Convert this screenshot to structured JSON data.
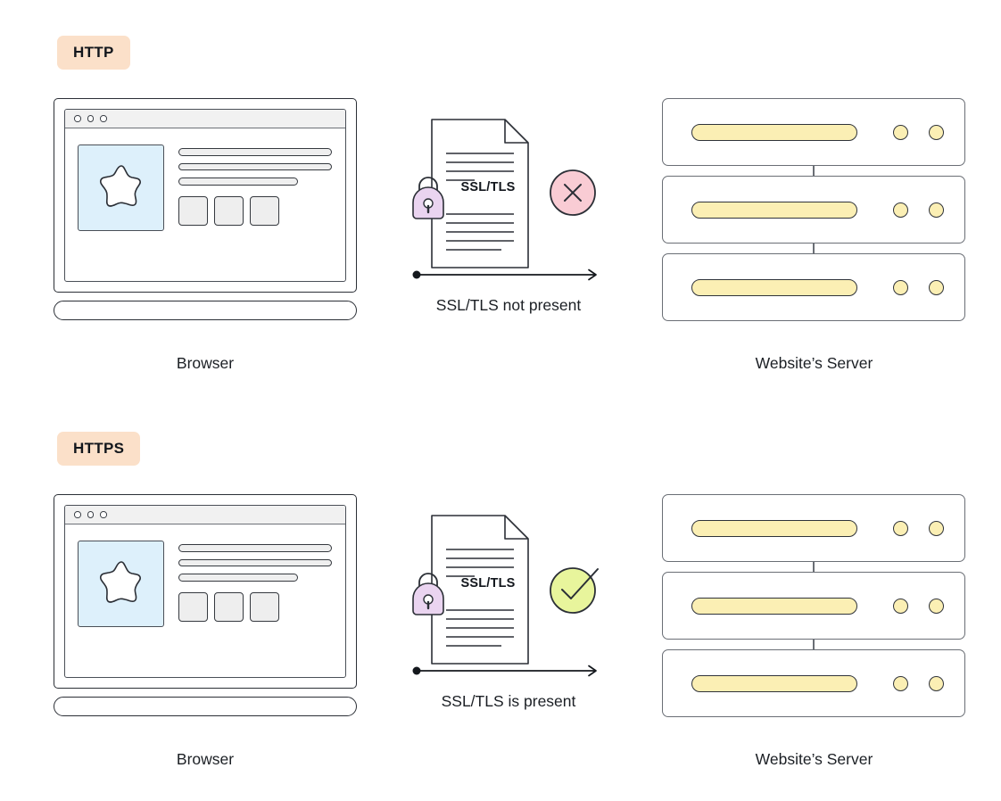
{
  "diagram": {
    "title": "HTTP vs HTTPS SSL/TLS comparison",
    "colors": {
      "badge_bg": "#fbe0c9",
      "hero_blue": "#ddf0fb",
      "lock_purple": "#ead4f0",
      "error_pink": "#f9ccd4",
      "success_green": "#e8f59c",
      "server_yellow": "#fbefb4",
      "outline": "#2b2f36"
    }
  },
  "sections": [
    {
      "badge": "HTTP",
      "browser_caption": "Browser",
      "server_caption": "Website’s Server",
      "document_label": "SSL/TLS",
      "transfer_caption": "SSL/TLS not present",
      "verdict": "cross",
      "lock": "padlock-icon"
    },
    {
      "badge": "HTTPS",
      "browser_caption": "Browser",
      "server_caption": "Website’s Server",
      "document_label": "SSL/TLS",
      "transfer_caption": "SSL/TLS is present",
      "verdict": "check",
      "lock": "padlock-icon"
    }
  ]
}
